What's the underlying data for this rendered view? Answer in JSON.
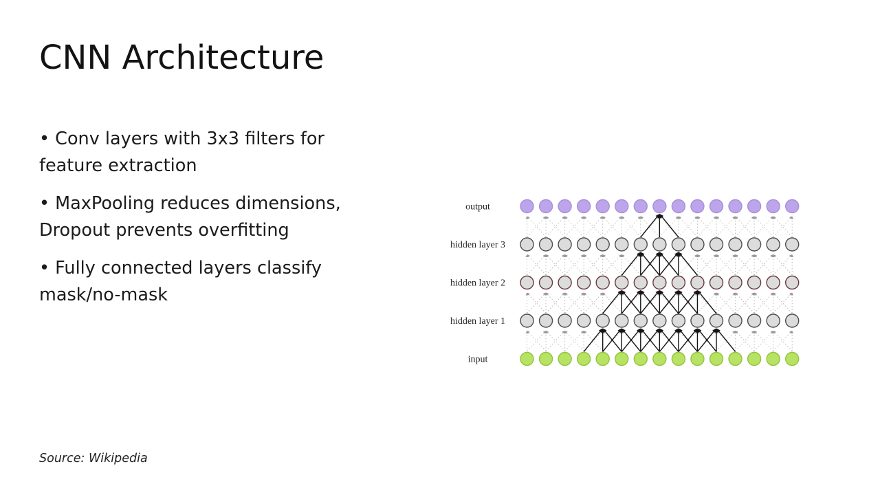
{
  "slide": {
    "title": "CNN Architecture",
    "bullets": [
      "• Conv layers with 3x3 filters for\nfeature extraction",
      "• MaxPooling reduces dimensions,\nDropout prevents overfitting",
      "• Fully connected layers classify\nmask/no-mask"
    ],
    "source": "Source: Wikipedia"
  },
  "colors": {
    "background": "#ffffff",
    "text": "#1b1b1b",
    "dotted_arrow_line": "#bcbcbc",
    "dotted_arrow_head": "#9a9a9a",
    "solid_arrow": "#151515",
    "label_text": "#242424"
  },
  "diagram": {
    "type": "neural-network-figure",
    "nodes_per_layer": 15,
    "layers": [
      {
        "label": "output",
        "fill": "#bda5ec",
        "stroke": "#a78fd8"
      },
      {
        "label": "hidden layer 3",
        "fill": "#dcdcdc",
        "stroke": "#4d4d4d"
      },
      {
        "label": "hidden layer 2",
        "fill": "#dcdcdc",
        "stroke": "#653a3e"
      },
      {
        "label": "hidden layer 1",
        "fill": "#dcdcdc",
        "stroke": "#4d4d4d"
      },
      {
        "label": "input",
        "fill": "#b7e263",
        "stroke": "#92c43f"
      }
    ],
    "connectivity_note": "each lower node feeds upper nodes at offsets -1, 0, +1 (dotted); solid black cone marks one receptive field",
    "solid_upper_nodes_per_gap": [
      [
        7
      ],
      [
        6,
        7,
        8
      ],
      [
        5,
        6,
        7,
        8,
        9
      ],
      [
        4,
        5,
        6,
        7,
        8,
        9,
        10
      ]
    ]
  }
}
